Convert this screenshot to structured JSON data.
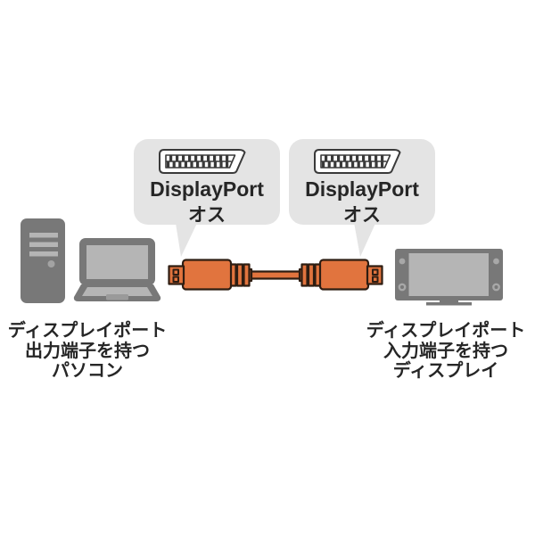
{
  "figure": {
    "type": "product-connection-diagram",
    "subject": "DisplayPort cable connecting a PC to a display"
  },
  "callouts": {
    "left": {
      "icon": "displayport-connector-icon",
      "title": "DisplayPort",
      "subtitle": "オス"
    },
    "right": {
      "icon": "displayport-connector-icon",
      "title": "DisplayPort",
      "subtitle": "オス"
    }
  },
  "captions": {
    "left": {
      "lines": [
        "ディスプレイポート",
        "出力端子を持つ",
        "パソコン"
      ]
    },
    "right": {
      "lines": [
        "ディスプレイポート",
        "入力端子を持つ",
        "ディスプレイ"
      ]
    }
  },
  "illustrations": {
    "left_devices": "desktop-pc-tower-and-laptop",
    "center": "displayport-cable-male-to-male",
    "right_device": "display-monitor"
  },
  "colors": {
    "background": "#FFFFFF",
    "bubble_gray": "#E4E4E4",
    "device_gray": "#787878",
    "device_light_gray": "#B5B5B5",
    "device_accent_gray": "#A3A3A3",
    "cable_orange": "#E1743E",
    "cable_outline": "#2E1D12",
    "icon_outline": "#3A3A3A",
    "text": "#262626"
  }
}
